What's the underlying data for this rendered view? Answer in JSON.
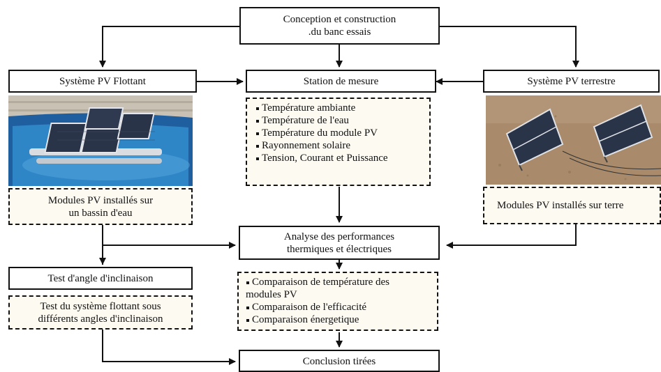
{
  "diagram": {
    "top": {
      "line1": "Conception et construction",
      "line2": ".du banc essais"
    },
    "left_system": "Système PV Flottant",
    "station": "Station de mesure",
    "right_system": "Système PV terrestre",
    "station_items": [
      "Température ambiante",
      "Température de l'eau",
      "Température du module PV",
      " Rayonnement solaire",
      "Tension, Courant et Puissance"
    ],
    "left_note": {
      "line1": "Modules PV installés sur",
      "line2": "un bassin d'eau"
    },
    "right_note": "Modules PV installés sur terre",
    "analysis": {
      "line1": "Analyse des performances",
      "line2": "thermiques et électriques"
    },
    "tilt_test": "Test d'angle d'inclinaison",
    "tilt_note": {
      "line1": "Test du système flottant sous",
      "line2": "différents angles d'inclinaison"
    },
    "comparisons": [
      "Comparaison de température des",
      "Comparaison de l'efficacité",
      "Comparaison énergetique"
    ],
    "comparison_cont": "modules PV",
    "conclusion": "Conclusion tirées"
  },
  "colors": {
    "water": "#2f86c6",
    "pool_wall": "#1f5fa0",
    "panel": "#2a3448",
    "ground": "#a98b6c"
  }
}
